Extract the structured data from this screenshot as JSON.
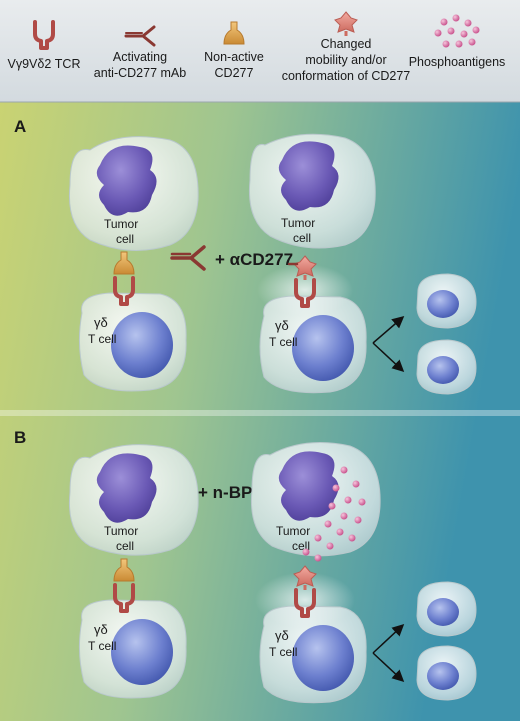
{
  "legend": {
    "tcr": "Vγ9Vδ2 TCR",
    "mab": [
      "Activating",
      "anti-CD277 mAb"
    ],
    "inactive": [
      "Non-active",
      "CD277"
    ],
    "changed": [
      "Changed",
      "mobility and/or",
      "conformation of CD277"
    ],
    "pag": "Phosphoantigens"
  },
  "panels": {
    "a": {
      "letter": "A",
      "treatment": "+ αCD277",
      "tumor_label": [
        "Tumor",
        "cell"
      ],
      "tcell_label": [
        "γδ",
        "T cell"
      ]
    },
    "b": {
      "letter": "B",
      "treatment": "+ n-BP",
      "tumor_label": [
        "Tumor",
        "cell"
      ],
      "tcell_label": [
        "γδ",
        "T cell"
      ]
    }
  },
  "colors": {
    "tcr": "#b04a46",
    "mab": "#8a3832",
    "inactive_cd277": "#e0a855",
    "changed_cd277": "#e58a80",
    "phosphoantigen": "#d97aa8",
    "nucleus": "#5a6cc4",
    "tumor_nucleus": "#6b59b7"
  }
}
